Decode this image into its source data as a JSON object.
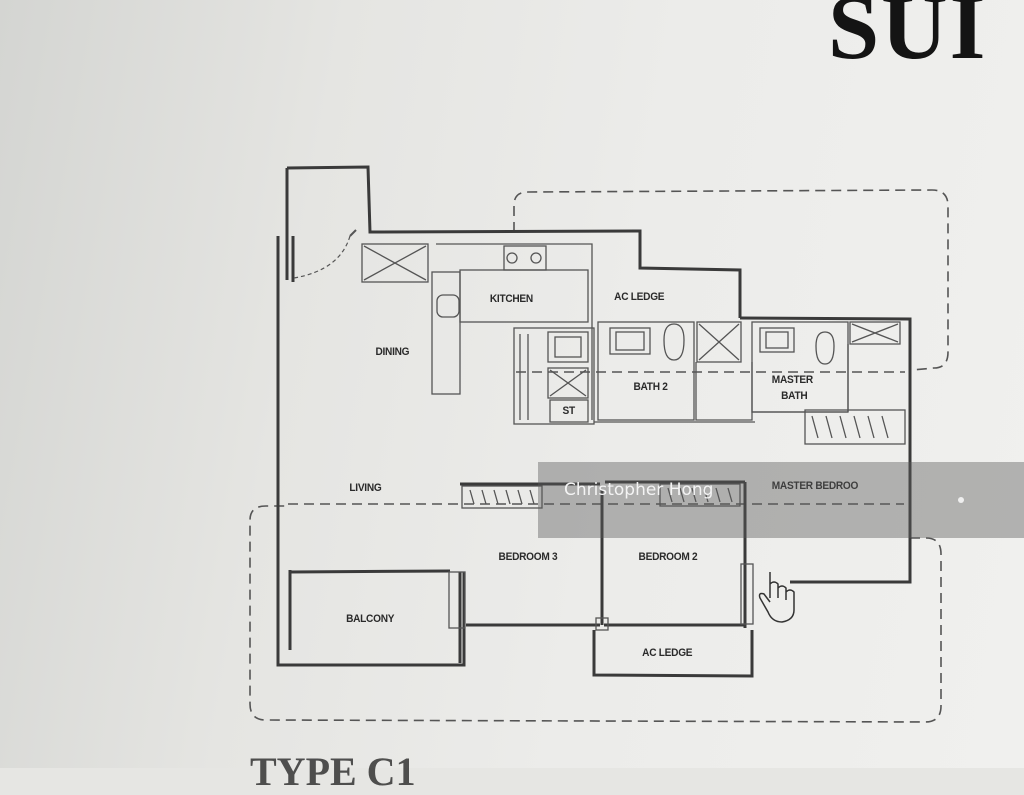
{
  "header": {
    "title_fragment": "SUI"
  },
  "footer": {
    "text_fragment": "TYPE C1"
  },
  "rooms": {
    "dining": "DINING",
    "kitchen": "KITCHEN",
    "ac_ledge_top": "AC LEDGE",
    "bath2": "BATH 2",
    "master_bath_line1": "MASTER",
    "master_bath_line2": "BATH",
    "store": "ST",
    "living": "LIVING",
    "master_bedroom": "MASTER BEDROO",
    "bedroom3": "BEDROOM 3",
    "bedroom2": "BEDROOM 2",
    "balcony": "BALCONY",
    "ac_ledge_bottom": "AC LEDGE"
  },
  "watermark": {
    "text": "Christopher Hong"
  },
  "colors": {
    "wall": "#3a3a3a",
    "fixture": "#555555",
    "dashed_outline": "#555555",
    "watermark_bg": "#5a5a5a"
  }
}
